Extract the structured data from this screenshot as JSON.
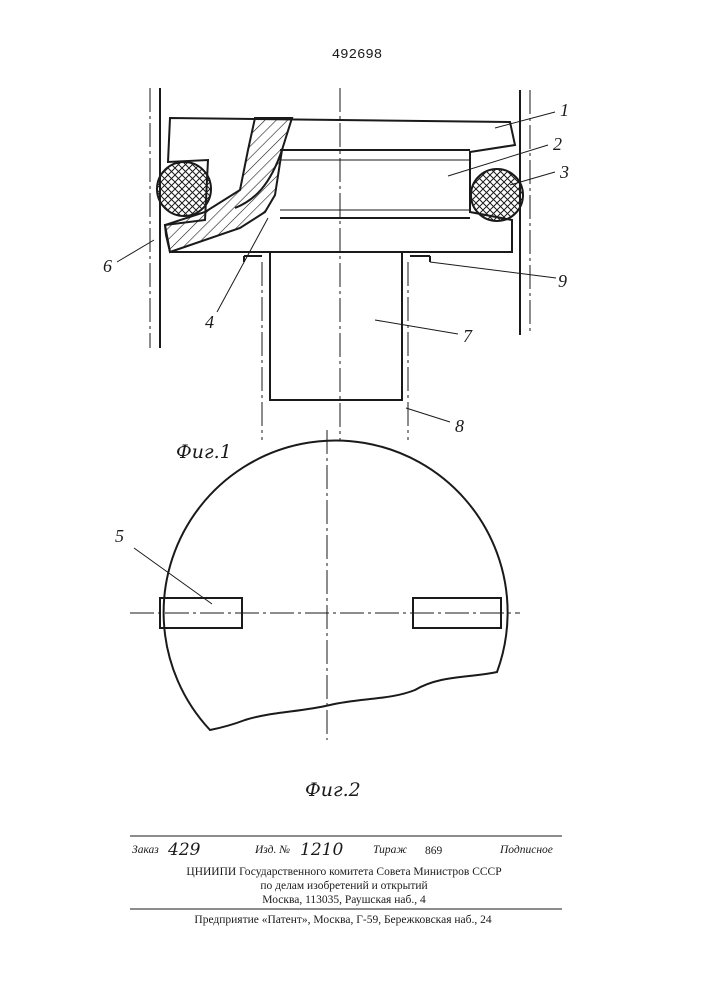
{
  "patent_number": "492698",
  "figures": {
    "fig1_caption": "Фиг.1",
    "fig2_caption": "Фиг.2"
  },
  "part_labels": [
    "1",
    "2",
    "3",
    "4",
    "5",
    "6",
    "7",
    "8",
    "9"
  ],
  "footer": {
    "order_label": "Заказ",
    "order_value": "429",
    "edition_label": "Изд. №",
    "edition_value": "1210",
    "print_run_label": "Тираж",
    "print_run_value": "869",
    "subscription": "Подписное",
    "institute_line": "ЦНИИПИ Государственного комитета Совета Министров СССР",
    "affairs_line": "по делам изобретений и открытий",
    "address_line": "Москва, 113035, Раушская наб., 4",
    "enterprise_line": "Предприятие «Патент», Москва, Г-59, Бережковская наб., 24"
  }
}
